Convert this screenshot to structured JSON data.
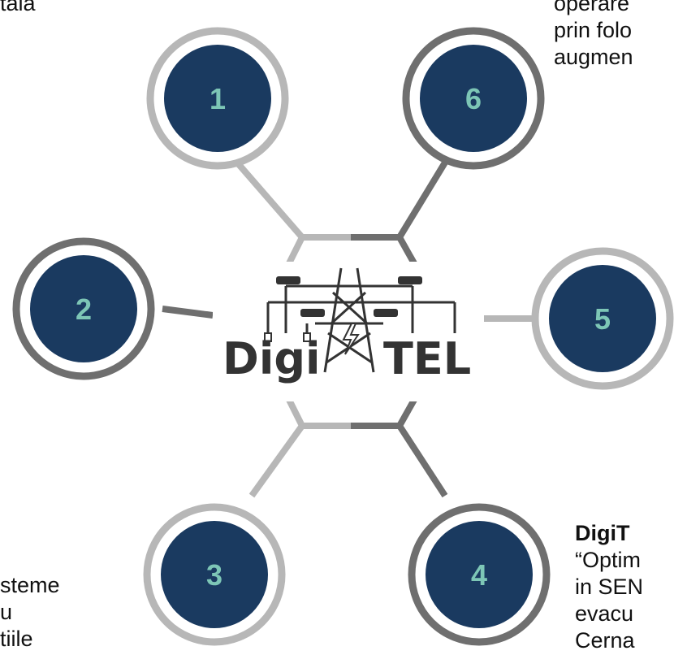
{
  "colors": {
    "circle_fill": "#1a3a60",
    "number": "#7dc6b6",
    "ring_light": "#b7b7b7",
    "ring_dark": "#6f6f6f",
    "logo_dark": "#333333"
  },
  "logo": {
    "text_left": "Digi",
    "text_right": "TEL"
  },
  "nodes": [
    {
      "id": "1",
      "label": "1"
    },
    {
      "id": "2",
      "label": "2"
    },
    {
      "id": "3",
      "label": "3"
    },
    {
      "id": "4",
      "label": "4"
    },
    {
      "id": "5",
      "label": "5"
    },
    {
      "id": "6",
      "label": "6"
    }
  ],
  "fragments": {
    "top_left": "tala",
    "top_right": [
      "operare",
      "prin folo",
      "augmen"
    ],
    "bottom_left": [
      "steme",
      "u",
      "tiile"
    ],
    "bottom_right_title": "DigiT",
    "bottom_right": [
      "“Optim",
      "in SEN",
      "evacu",
      "Cerna"
    ]
  }
}
